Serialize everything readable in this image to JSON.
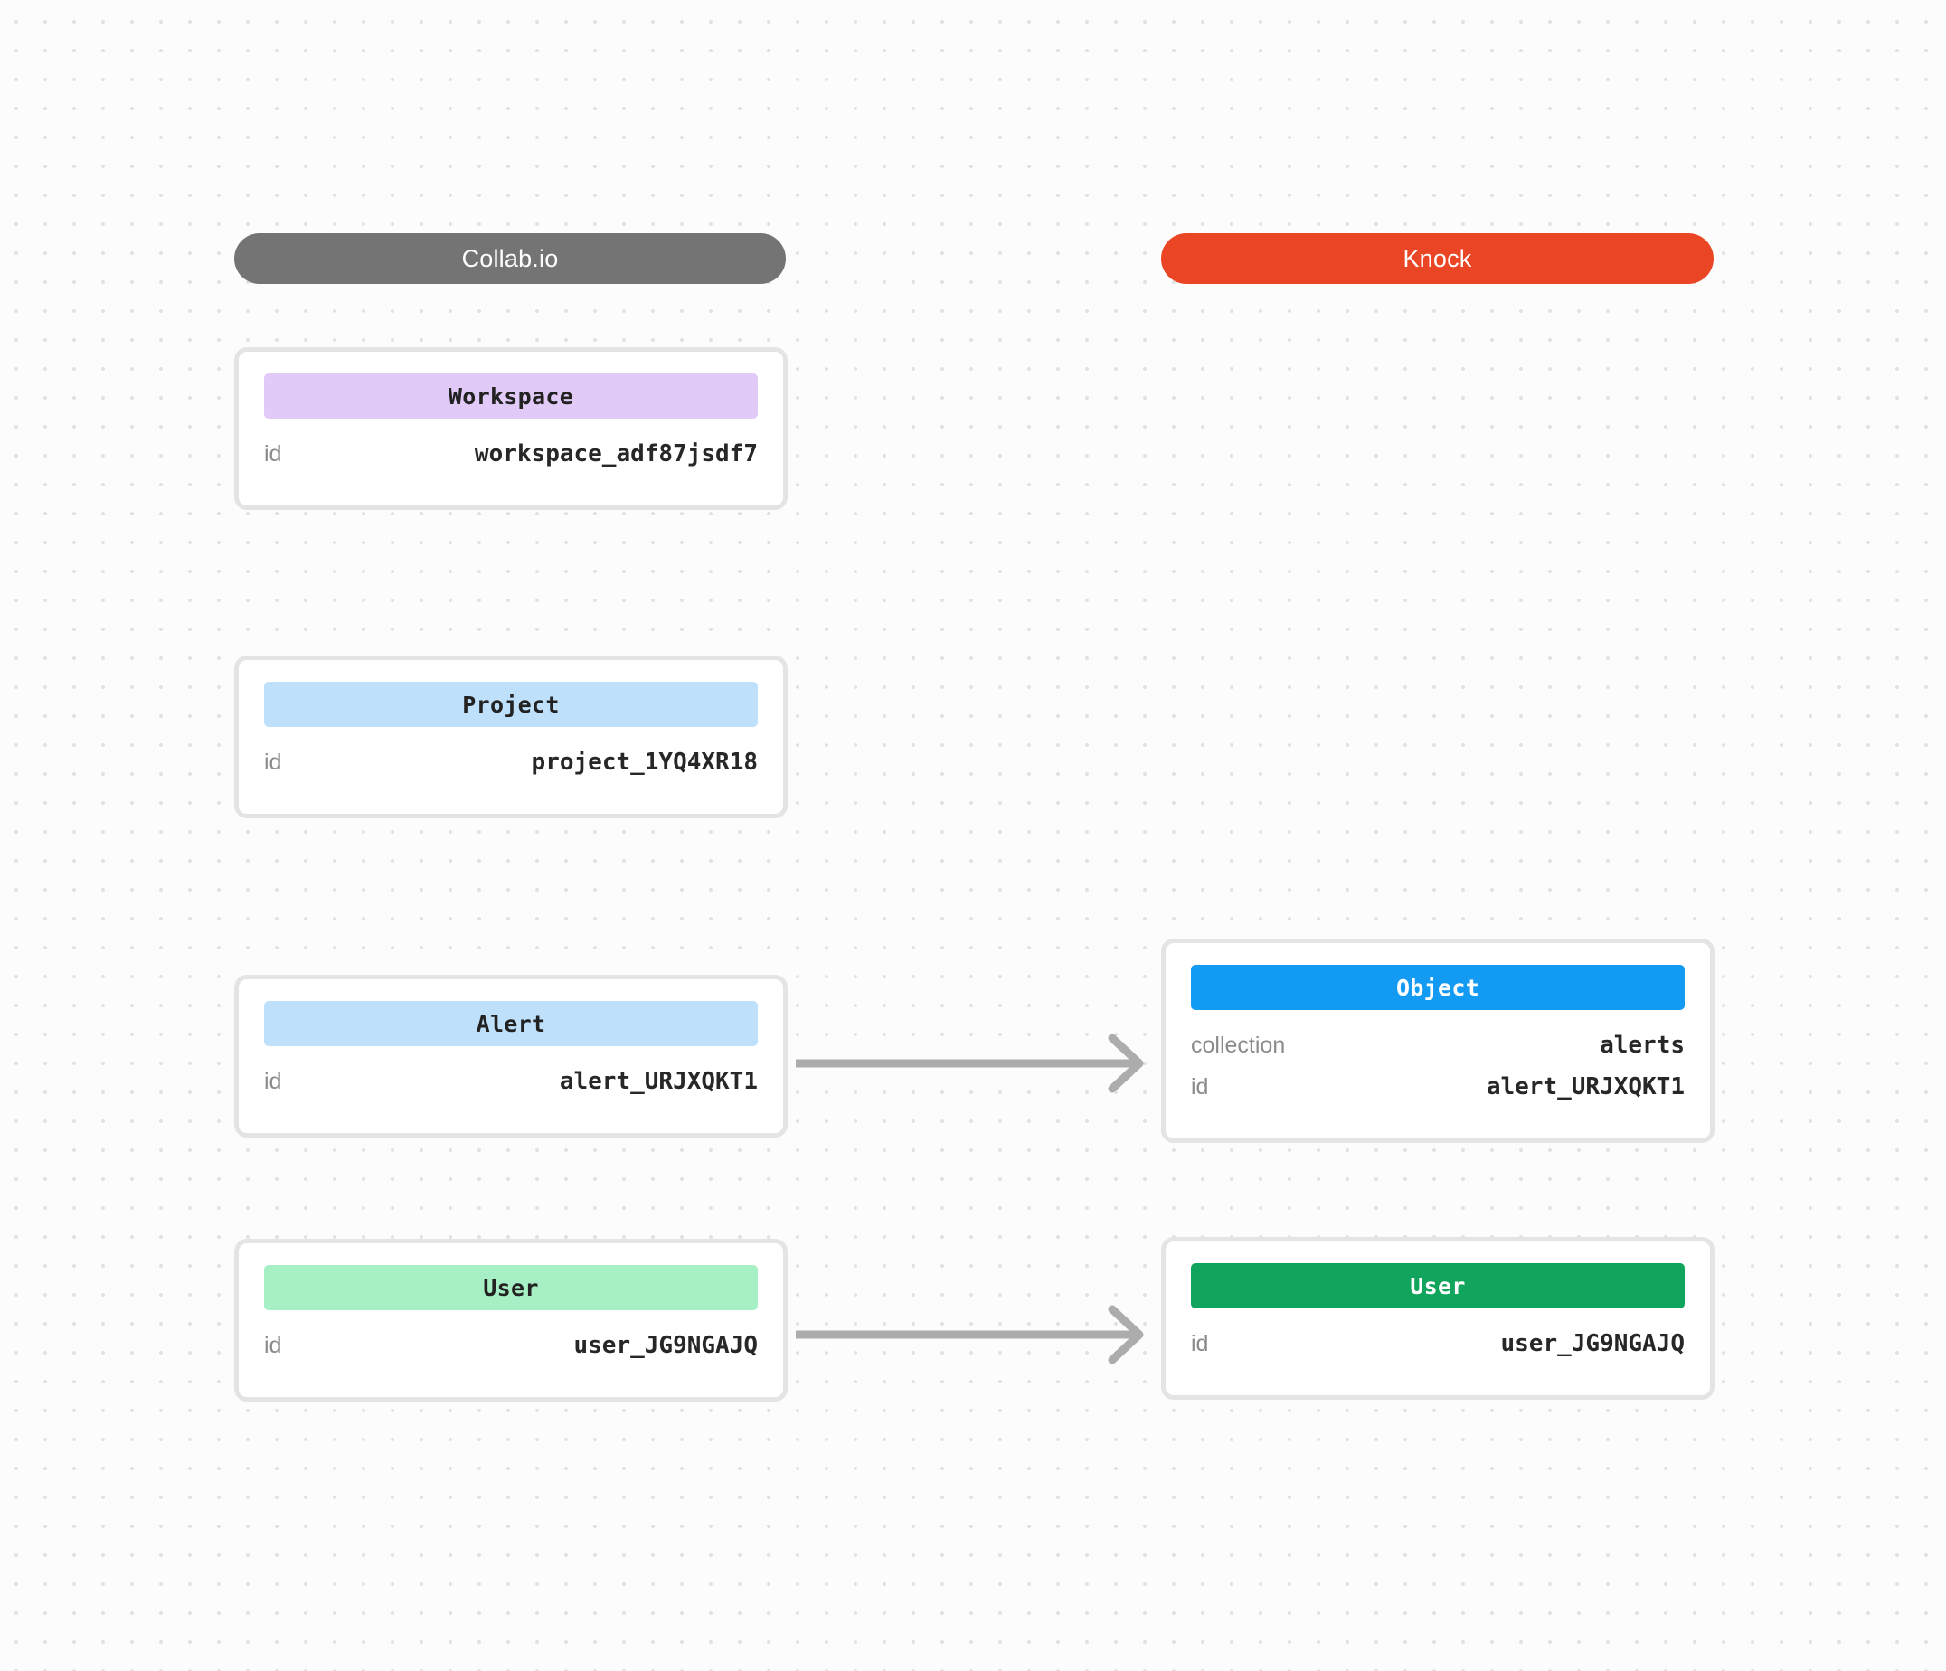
{
  "columns": {
    "source": {
      "label": "Collab.io",
      "color": "#747474"
    },
    "target": {
      "label": "Knock",
      "color": "#ea4626"
    }
  },
  "cards": {
    "workspace": {
      "title": "Workspace",
      "header_color": "#e2caf8",
      "rows": [
        {
          "label": "id",
          "value": "workspace_adf87jsdf7"
        }
      ]
    },
    "project": {
      "title": "Project",
      "header_color": "#bfe0fb",
      "rows": [
        {
          "label": "id",
          "value": "project_1YQ4XR18"
        }
      ]
    },
    "alert": {
      "title": "Alert",
      "header_color": "#bfe0fb",
      "rows": [
        {
          "label": "id",
          "value": "alert_URJXQKT1"
        }
      ]
    },
    "user_source": {
      "title": "User",
      "header_color": "#a7efc4",
      "rows": [
        {
          "label": "id",
          "value": "user_JG9NGAJQ"
        }
      ]
    },
    "object": {
      "title": "Object",
      "header_color": "#139bf4",
      "rows": [
        {
          "label": "collection",
          "value": "alerts"
        },
        {
          "label": "id",
          "value": "alert_URJXQKT1"
        }
      ]
    },
    "user_target": {
      "title": "User",
      "header_color": "#11a45c",
      "rows": [
        {
          "label": "id",
          "value": "user_JG9NGAJQ"
        }
      ]
    }
  },
  "connectors": [
    {
      "name": "alert-to-object",
      "icon": "arrow-right-icon",
      "color": "#acacac"
    },
    {
      "name": "user-to-user",
      "icon": "arrow-right-icon",
      "color": "#acacac"
    }
  ]
}
